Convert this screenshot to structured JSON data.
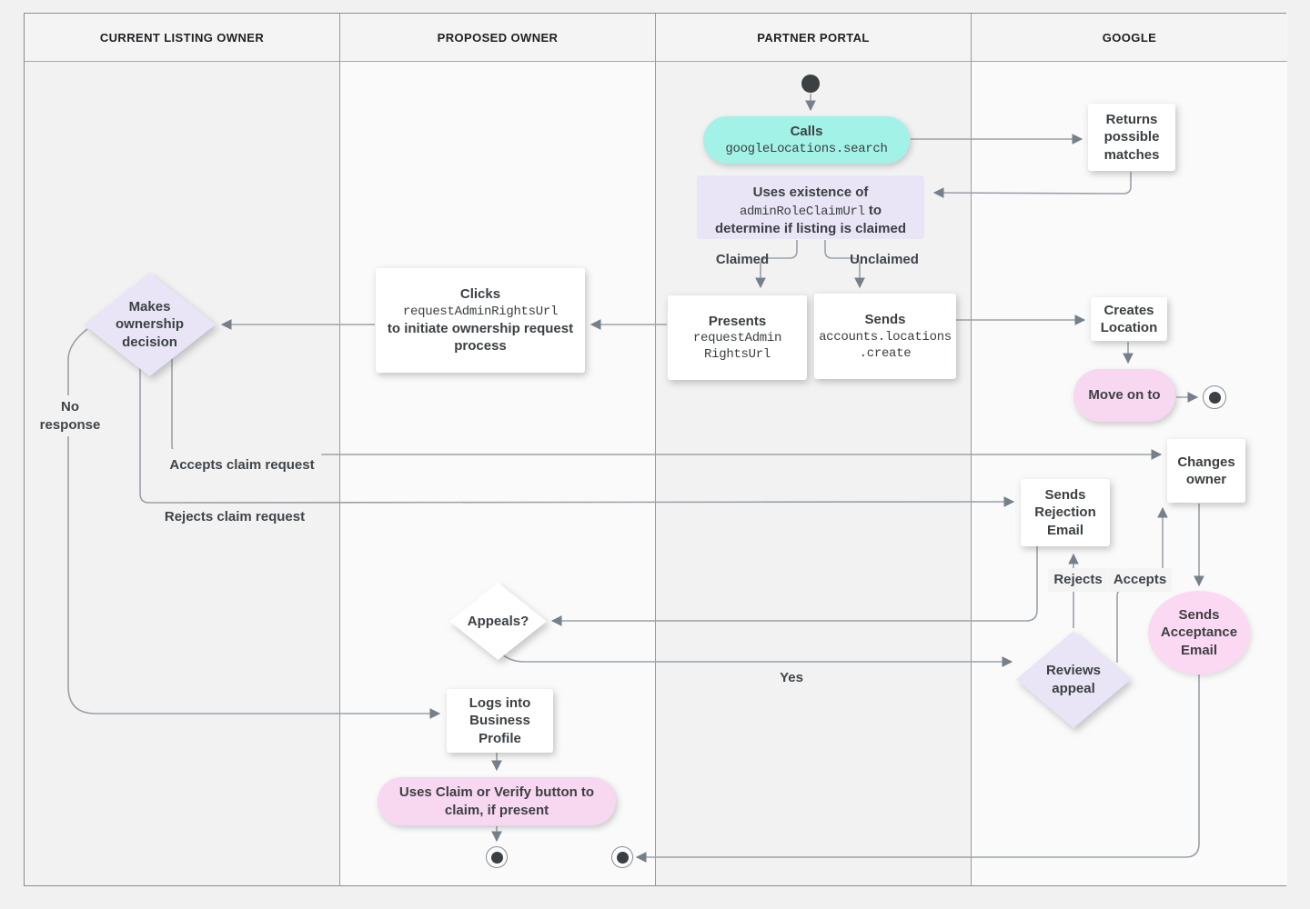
{
  "diagram": {
    "lanes": [
      "CURRENT LISTING OWNER",
      "PROPOSED OWNER",
      "PARTNER PORTAL",
      "GOOGLE"
    ],
    "nodes": {
      "calls": {
        "title": "Calls",
        "code": "googleLocations.search"
      },
      "returns_matches": {
        "label": "Returns possible matches"
      },
      "uses_existence": {
        "text_top": "Uses existence of",
        "code": "adminRoleClaimUrl",
        "text_mid": "to",
        "text_bottom": "determine if listing is claimed"
      },
      "presents": {
        "title": "Presents",
        "code_line1": "requestAdmin",
        "code_line2": "RightsUrl"
      },
      "sends_create": {
        "title": "Sends",
        "code_line1": "accounts.locations",
        "code_line2": ".create"
      },
      "creates_location": {
        "label": "Creates Location"
      },
      "move_on": {
        "label": "Move on to"
      },
      "clicks": {
        "title": "Clicks",
        "code": "requestAdminRightsUrl",
        "text": "to initiate ownership request process"
      },
      "makes_decision": {
        "label": "Makes ownership decision"
      },
      "sends_rejection": {
        "label": "Sends Rejection Email"
      },
      "changes_owner": {
        "label": "Changes owner"
      },
      "sends_acceptance": {
        "label": "Sends Acceptance Email"
      },
      "appeals": {
        "label": "Appeals?"
      },
      "reviews_appeal": {
        "label": "Reviews appeal"
      },
      "logs_in": {
        "label": "Logs into Business Profile"
      },
      "uses_claim_button": {
        "label": "Uses Claim or Verify button to claim, if present"
      }
    },
    "edge_labels": {
      "claimed": "Claimed",
      "unclaimed": "Unclaimed",
      "no_response": "No response",
      "accepts_claim": "Accepts claim request",
      "rejects_claim": "Rejects claim request",
      "rejects": "Rejects",
      "accepts": "Accepts",
      "yes": "Yes"
    },
    "colors": {
      "teal": "#A3F2E8",
      "lavender": "#E9E5F7",
      "pink": "#F8D7F1",
      "node_white": "#FFFFFF",
      "line_grey": "#9AA1A8",
      "text_dark": "#3C4043",
      "lane_grey": "#F2F2F2",
      "lane_light": "#FAFAFA"
    }
  }
}
